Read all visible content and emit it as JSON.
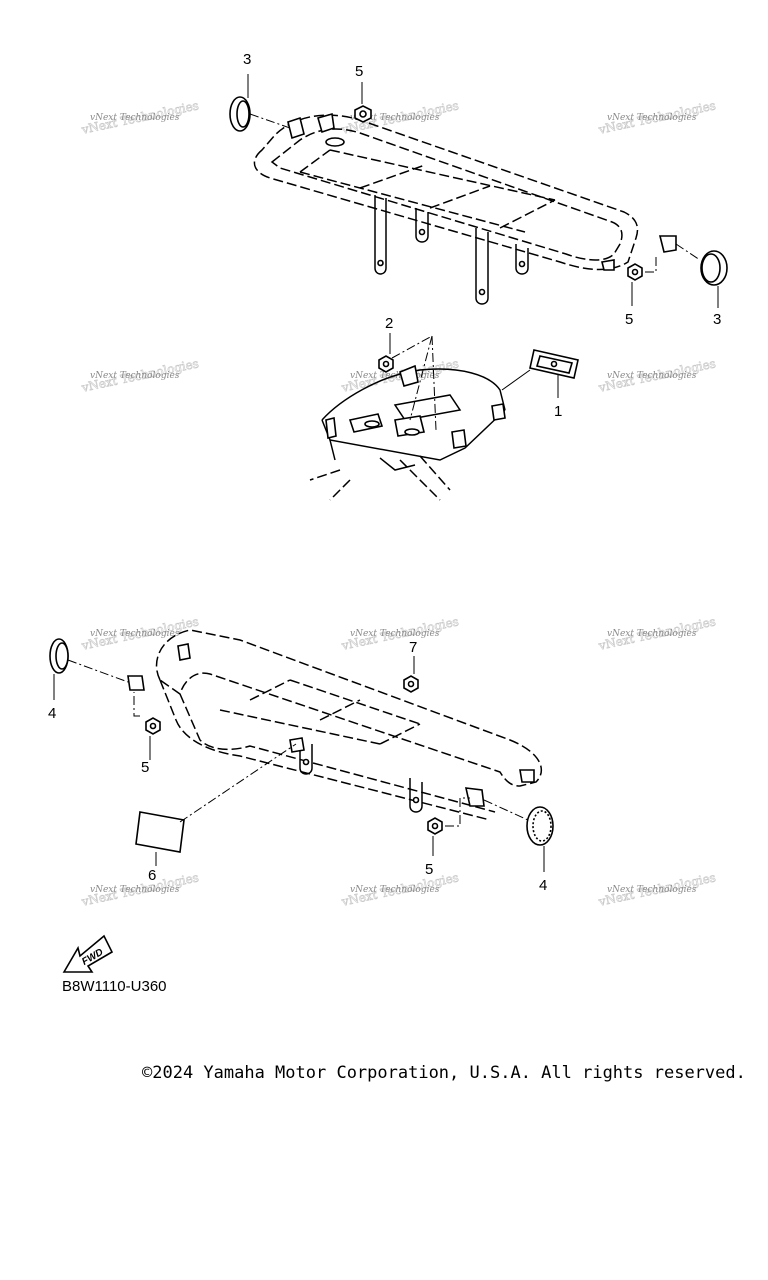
{
  "callouts": {
    "top_left_3": "3",
    "top_5": "5",
    "top_right_5": "5",
    "top_right_3": "3",
    "mid_2": "2",
    "mid_1": "1",
    "bot_left_4": "4",
    "bot_7": "7",
    "bot_left_5": "5",
    "bot_6": "6",
    "bot_mid_5": "5",
    "bot_right_4": "4"
  },
  "watermark": {
    "text": "vNext Technologies"
  },
  "fwd_arrow": {
    "label": "FWD"
  },
  "diagram_code": "B8W1110-U360",
  "copyright": "©2024 Yamaha Motor Corporation, U.S.A. All rights reserved."
}
